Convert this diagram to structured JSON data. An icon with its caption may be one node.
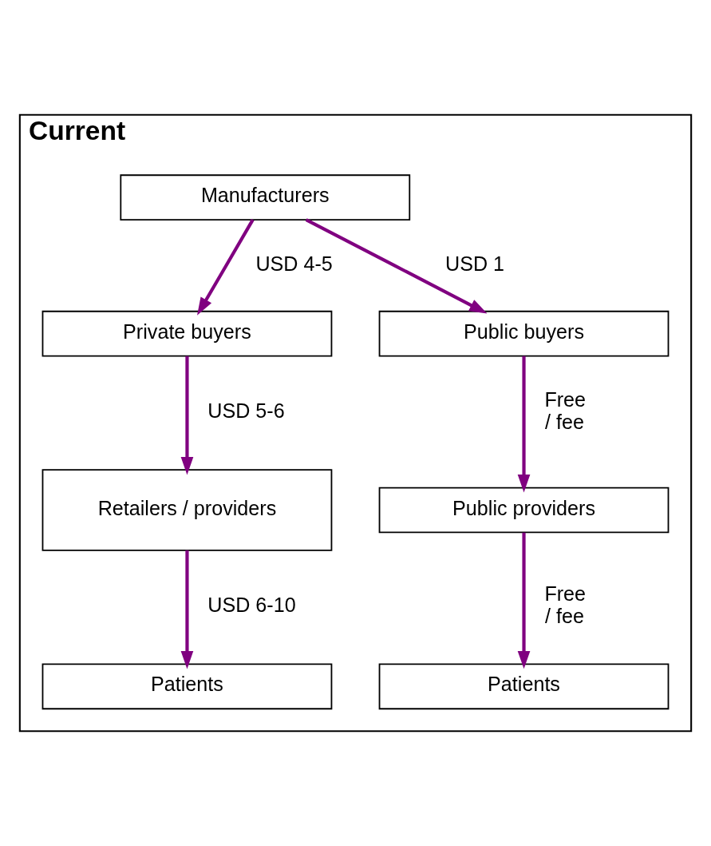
{
  "diagram": {
    "nodes": [
      {
        "text": [
          "Current"
        ]
      },
      {
        "text": [
          "Manufacturers"
        ],
        "in": 0
      },
      {
        "text": [
          "Private buyers"
        ],
        "in": 0
      },
      {
        "text": [
          "Public buyers"
        ],
        "in": 0
      },
      {
        "text": [
          "Retailers / providers"
        ],
        "in": 0
      },
      {
        "text": [
          "Public providers"
        ],
        "in": 0
      },
      {
        "text": [
          "Patients"
        ],
        "in": 0
      },
      {
        "text": [
          "Patients"
        ],
        "in": 0
      }
    ],
    "edges": [
      {
        "from": 1,
        "to": 2,
        "arrow": "to",
        "label": "USD 4-5"
      },
      {
        "from": 1,
        "to": 3,
        "arrow": "to",
        "label": "USD 1"
      },
      {
        "from": 2,
        "to": 4,
        "arrow": "to",
        "label": "USD 5-6"
      },
      {
        "from": 3,
        "to": 5,
        "arrow": "to",
        "label": "Free / fee"
      },
      {
        "from": 4,
        "to": 6,
        "arrow": "to",
        "label": "USD 6-10"
      },
      {
        "from": 5,
        "to": 7,
        "arrow": "to",
        "label": "Free / fee"
      }
    ]
  }
}
